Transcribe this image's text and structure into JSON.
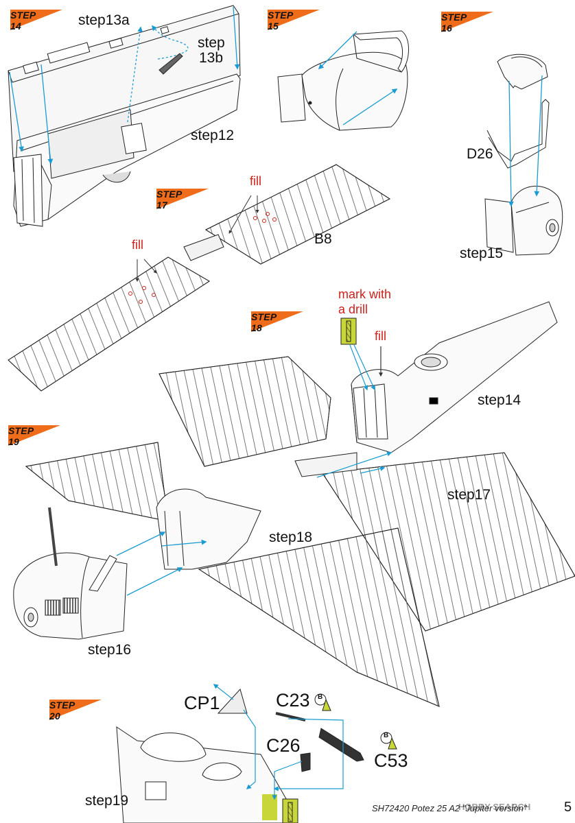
{
  "steps": {
    "s14": "STEP 14",
    "s15": "STEP 15",
    "s16": "STEP 16",
    "s17": "STEP 17",
    "s18": "STEP 18",
    "s19": "STEP 19",
    "s20": "STEP 20"
  },
  "labels": {
    "step13a": "step13a",
    "step13b_line1": "step",
    "step13b_line2": "13b",
    "step12": "step12",
    "d26": "D26",
    "step15_ref": "step15",
    "fill_b8": "fill",
    "fill_wing": "fill",
    "b8": "B8",
    "mark_line1": "mark with",
    "mark_line2": "a drill",
    "fill_s18": "fill",
    "step14_ref": "step14",
    "step17_ref": "step17",
    "step18_ref": "step18",
    "step16_ref": "step16",
    "cp1": "CP1",
    "c23": "C23",
    "c26": "C26",
    "c53": "C53",
    "step19_ref": "step19",
    "badge_b": "B"
  },
  "footer": {
    "title": "SH72420 Potez 25 A2 \"Jupiter version\"",
    "page": "5",
    "watermark": "HOBBY SEARCH"
  },
  "colors": {
    "accent_orange": "#ef6c1a",
    "arrow_blue": "#1a9bd1",
    "fill_red": "#d0201a",
    "drill_green": "#c8d63a"
  }
}
